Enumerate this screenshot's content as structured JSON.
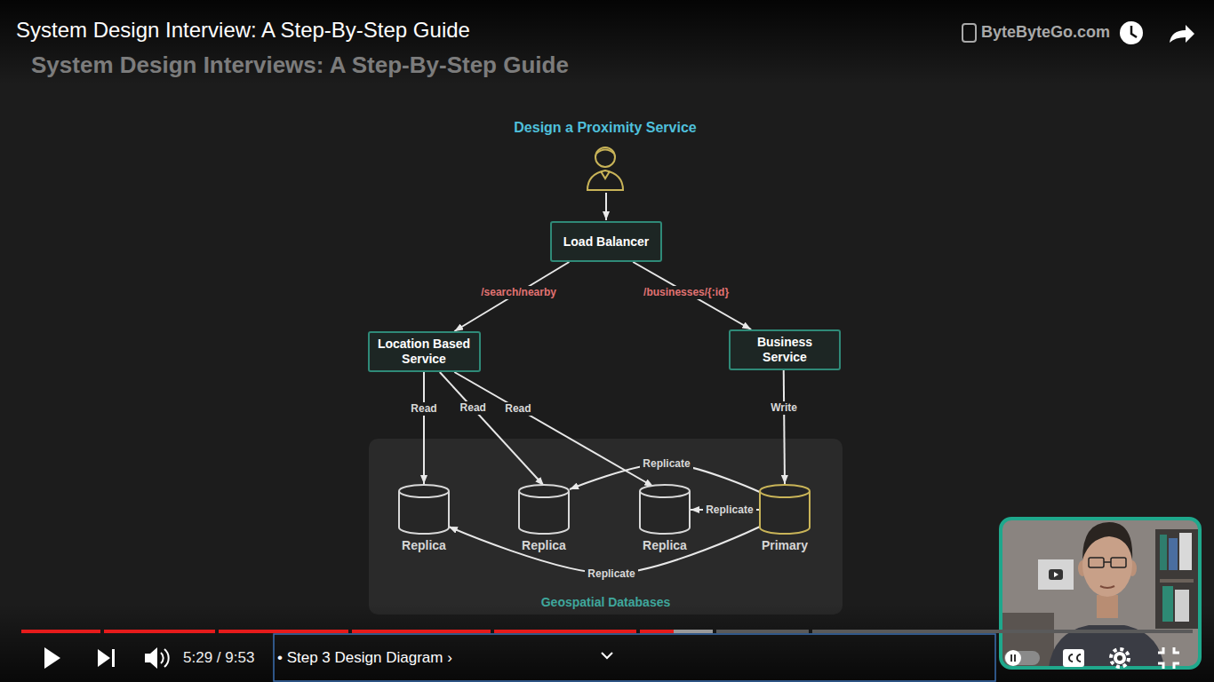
{
  "diagram": {
    "title": "Design a Proximity Service",
    "nodes": [
      {
        "text": [
          "Load Balancer"
        ]
      },
      {
        "text": [
          "Location Based Service"
        ]
      },
      {
        "text": [
          "Business Service"
        ]
      },
      {
        "text": [
          "Geospatial Databases"
        ]
      },
      {
        "text": [
          "Replica"
        ],
        "in": 3
      },
      {
        "text": [
          "Replica"
        ],
        "in": 3
      },
      {
        "text": [
          "Replica"
        ],
        "in": 3
      },
      {
        "text": [
          "Primary"
        ],
        "in": 3
      }
    ],
    "edges": [
      {
        "from": 0,
        "to": 1,
        "arrow": "to",
        "label": "/search/nearby"
      },
      {
        "from": 0,
        "to": 2,
        "arrow": "to",
        "label": "/businesses/{:id}"
      },
      {
        "from": 1,
        "to": 4,
        "arrow": "to",
        "label": "Read"
      },
      {
        "from": 1,
        "to": 5,
        "arrow": "to",
        "label": "Read"
      },
      {
        "from": 1,
        "to": 6,
        "arrow": "to",
        "label": "Read"
      },
      {
        "from": 2,
        "to": 7,
        "arrow": "to",
        "label": "Write"
      },
      {
        "from": 7,
        "to": 5,
        "arrow": "to",
        "label": "Replicate"
      },
      {
        "from": 7,
        "to": 6,
        "arrow": "to",
        "label": "Replicate"
      },
      {
        "from": 7,
        "to": 4,
        "arrow": "to",
        "label": "Replicate"
      }
    ],
    "labels": [
      "System Design Interview: A Step-By-Step Guide",
      "System Design Interviews: A Step-By-Step Guide",
      "ByteByteGo.com",
      "5:29 / 9:53",
      "• Step 3 Design Diagram ›"
    ]
  }
}
